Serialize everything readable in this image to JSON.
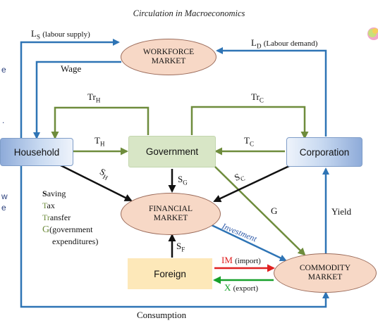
{
  "title": "Circulation in Macroeconomics",
  "nodes": {
    "household": "Household",
    "government": "Government",
    "corporation": "Corporation",
    "foreign": "Foreign",
    "workforce_market": [
      "WORKFORCE",
      "MARKET"
    ],
    "financial_market": [
      "FINANCIAL",
      "MARKET"
    ],
    "commodity_market": [
      "COMMODITY",
      "MARKET"
    ]
  },
  "flows": {
    "labour_supply": {
      "sym": "L",
      "sub": "S",
      "text": "(labour supply)"
    },
    "labour_demand": {
      "sym": "L",
      "sub": "D",
      "text": "(Labour demand)"
    },
    "wage": "Wage",
    "tr_h": {
      "sym": "Tr",
      "sub": "H"
    },
    "tr_c": {
      "sym": "Tr",
      "sub": "C"
    },
    "t_h": {
      "sym": "T",
      "sub": "H"
    },
    "t_c": {
      "sym": "T",
      "sub": "C"
    },
    "s_h": {
      "sym": "S",
      "sub": "H"
    },
    "s_g": {
      "sym": "S",
      "sub": "G"
    },
    "s_c": {
      "sym": "S",
      "sub": "C"
    },
    "s_f": {
      "sym": "S",
      "sub": "F"
    },
    "g": "G",
    "yield": "Yield",
    "investment": "Investment",
    "import": {
      "sym": "IM",
      "text": "(import)"
    },
    "export": {
      "sym": "X",
      "text": "(export)"
    },
    "consumption": "Consumption"
  },
  "legend": [
    {
      "bold": "S",
      "rest": "aving"
    },
    {
      "bold": "T",
      "rest": "ax"
    },
    {
      "bold": "Tr",
      "rest": "ansfer"
    },
    {
      "bold": "G",
      "rest": "(government"
    },
    {
      "bold": "",
      "rest": "expenditures)"
    }
  ],
  "side_fragments": [
    "e",
    ".",
    "w",
    "e"
  ],
  "colors": {
    "blue_arrow": "#2e74b5",
    "green_arrow": "#6e8c3c",
    "black_arrow": "#111111",
    "red_arrow": "#e02020",
    "export_arrow": "#16a02a",
    "investment_text": "#2e5aa8"
  }
}
